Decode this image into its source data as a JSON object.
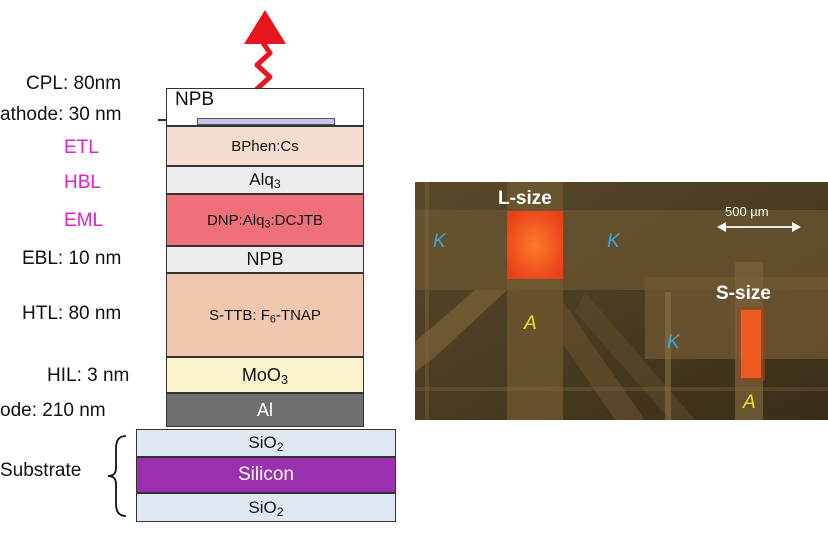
{
  "stack": {
    "labels": {
      "cpl": "CPL: 80nm",
      "cathode": "athode: 30 nm",
      "etl": "ETL",
      "hbl": "HBL",
      "eml": "EML",
      "ebl": "EBL: 10 nm",
      "htl": "HTL: 80 nm",
      "hil": "HIL: 3 nm",
      "anode": "ode: 210 nm",
      "substrate": "Substrate"
    },
    "layers": {
      "npb_top": "NPB",
      "bphen": "BPhen:Cs",
      "alq3_base": "Alq",
      "alq3_sub": "3",
      "dnp_a": "DNP:Alq",
      "dnp_sub": "3",
      "dnp_b": ":DCJTB",
      "npb": "NPB",
      "sttb_a": "S-TTB: F",
      "sttb_sub": "6",
      "sttb_b": "-TNAP",
      "moo_base": "MoO",
      "moo_sub": "3",
      "al": "Al",
      "sio2_top_base": "SiO",
      "sio2_top_sub": "2",
      "silicon": "Silicon",
      "sio2_bot_base": "SiO",
      "sio2_bot_sub": "2"
    },
    "colors": {
      "bphen": "#f4dcd0",
      "alq3": "#eeeeee",
      "dnp": "#f0707a",
      "npb": "#eeeeee",
      "sttb": "#f0c8b0",
      "moo3": "#fbf3cc",
      "al": "#707070",
      "sio2": "#dde8f2",
      "silicon": "#9a30b0",
      "emission": "#e8141e"
    }
  },
  "photo": {
    "l_size": "L-size",
    "s_size": "S-size",
    "scale": "500 µm",
    "k1": "K",
    "k2": "K",
    "k3": "K",
    "a1": "A",
    "a2": "A"
  }
}
